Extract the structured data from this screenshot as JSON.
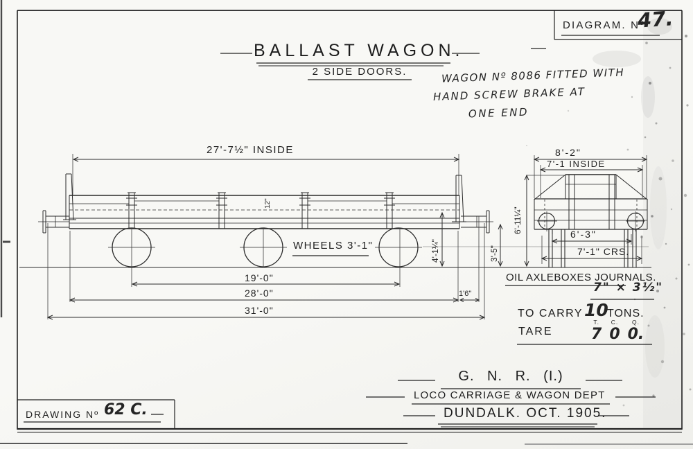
{
  "header": {
    "diagram_label": "DIAGRAM. Nº",
    "diagram_number": "47.",
    "title": "BALLAST WAGON.",
    "subtitle": "2 SIDE DOORS."
  },
  "note": {
    "line1": "WAGON Nº 8086 FITTED WITH",
    "line2": "HAND SCREW BRAKE AT",
    "line3": "ONE END"
  },
  "side_view": {
    "dim_inside_length": "27'-7½\" INSIDE",
    "dim_plank": "12\"",
    "wheels_label": "WHEELS 3'-1\"",
    "dim_wheelbase": "19'-0\"",
    "dim_over_headstocks": "28'-0\"",
    "dim_buffer_projection": "1'6\"",
    "dim_overall": "31'-0\"",
    "dim_height_floor": "4'-1¼\"",
    "dim_height_buffer": "3'-5\""
  },
  "end_view": {
    "dim_width_overall": "8'-2\"",
    "dim_width_inside": "7'-1 INSIDE",
    "dim_height": "6'-11¼\"",
    "dim_frame_width": "6'-3\"",
    "dim_wheel_centres": "7'-1\" CRS."
  },
  "specs": {
    "axleboxes": "OIL AXLEBOXES JOURNALS.",
    "journal_size": "7\" × 3½\"",
    "carry_prefix": "TO CARRY",
    "carry_number": "10",
    "carry_suffix": "TONS.",
    "tare_label": "TARE",
    "tare_cols": [
      {
        "unit": "T.",
        "value": "7"
      },
      {
        "unit": "C.",
        "value": "0"
      },
      {
        "unit": "Q.",
        "value": "0."
      }
    ]
  },
  "footer": {
    "company": "G. N. R. (I.)",
    "department": "LOCO CARRIAGE & WAGON DEPT",
    "place_date": "DUNDALK. OCT. 1905.",
    "drawing_label": "DRAWING Nº",
    "drawing_number": "62 C."
  }
}
